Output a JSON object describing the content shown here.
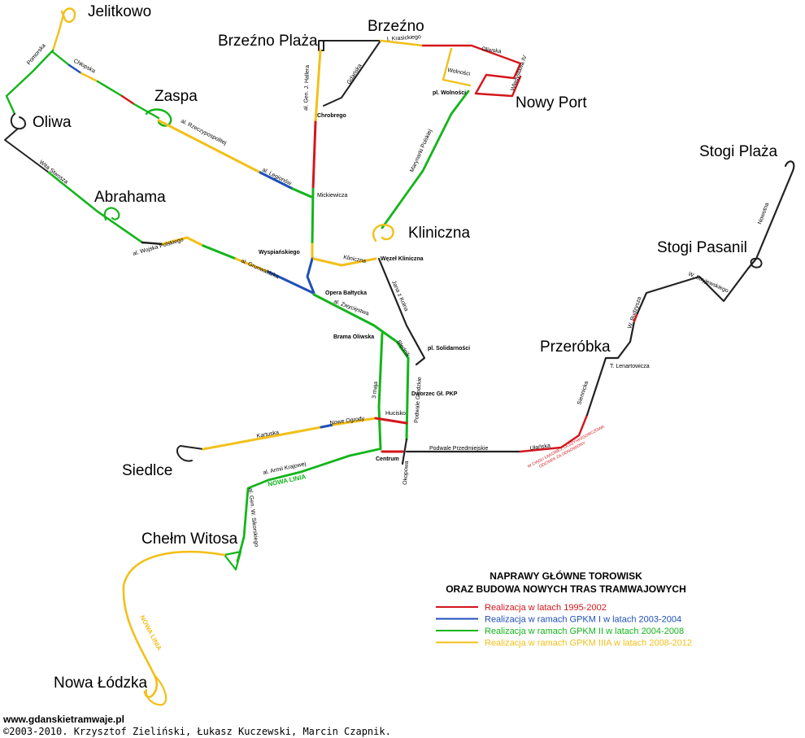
{
  "colors": {
    "red": "#d4161c",
    "blue": "#1f4fb8",
    "green": "#13b51b",
    "yellow": "#f2c01a",
    "black": "#222222"
  },
  "districts": {
    "jelitkowo": "Jelitkowo",
    "brzezno_plaza": "Brzeźno Plaża",
    "brzezno": "Brzeźno",
    "zaspa": "Zaspa",
    "nowy_port": "Nowy Port",
    "oliwa": "Oliwa",
    "stogi_plaza": "Stogi Plaża",
    "abrahama": "Abrahama",
    "kliniczna": "Kliniczna",
    "stogi_pasanil": "Stogi Pasanil",
    "przerobka": "Przeróbka",
    "siedlce": "Siedlce",
    "chelm_witosa": "Chełm Witosa",
    "nowa_lodzka": "Nowa Łódzka"
  },
  "streets": {
    "pomorska": "Pomorska",
    "chlopska": "Chłopska",
    "rzeczypospolitej": "al. Rzeczypospolitej",
    "legionow": "al. Legionów",
    "wita_stwosza": "Wita Stwosza",
    "wojska_polskiego": "al. Wojska Polskiego",
    "grunwaldzka": "al. Grunwaldzka",
    "hallera": "al. Gen. J. Hallera",
    "gdanska": "Gdańska",
    "krasickiego": "I. Krasickiego",
    "oliwska": "Oliwska",
    "wolnosci": "Wolności",
    "wladyslawa": "Władysława IV",
    "marynarki": "Marynarki Polskiej",
    "kliniczna_st": "Kliniczna",
    "jana_z_kolna": "Jana z Kolna",
    "zwyciestwa": "al. Zwycięstwa",
    "blednik": "Błędnik",
    "trzeciego_maja": "3 maja",
    "podwale_grodzkie": "Podwale Grodzkie",
    "kartuska": "Kartuska",
    "nowe_ogrody": "Nowe Ogrody",
    "podwale_przedmiejskie": "Podwale Przedmiejskie",
    "okopowa": "Okopowa",
    "armii_krajowej": "al. Armii Krajowej",
    "sikorskiego": "al. Gen. W. Sikorskiego",
    "ulanska": "Ułańska",
    "siennicka": "Siennicka",
    "lenartowicza": "T. Lenartowicza",
    "budzysza": "W. Budzysza",
    "stryjewskiego": "W. Stryjewskiego",
    "nowotna": "Nowotna"
  },
  "stops": {
    "pl_wolnosci": "pl. Wolności",
    "chrobrego": "Chrobrego",
    "mickiewicza": "Mickiewicza",
    "wyspianskiego": "Wyspiańskiego",
    "wezel_kliniczna": "Węzeł Kliniczna",
    "opera_baltycka": "Opera Bałtycka",
    "brama_oliwska": "Brama Oliwska",
    "pl_solidarnosci": "pl. Solidarności",
    "dworzec": "Dworzec Gł. PKP",
    "hucisko": "Hucisko",
    "centrum": "Centrum"
  },
  "annotations": {
    "nowa_linia_green": "NOWA LINIA",
    "nowa_linia_yellow": "NOWA LINIA",
    "odcinek_1": "ODCINEK ZA ODNOWIONY",
    "odcinek_2": "W CIĄGU ŁĄKOWEJ, OLSZYNKI/GORCZOWA"
  },
  "legend": {
    "title_line1": "NAPRAWY GŁÓWNE TOROWISK",
    "title_line2": "ORAZ BUDOWA NOWYCH TRAS TRAMWAJOWYCH",
    "items": [
      {
        "label": "Realizacja w latach 1995-2002",
        "color": "#d4161c"
      },
      {
        "label": "Realizacja w ramach GPKM I w latach 2003-2004",
        "color": "#1f4fb8"
      },
      {
        "label": "Realizacja w ramach GPKM II w latach 2004-2008",
        "color": "#13b51b"
      },
      {
        "label": "Realizacja w ramach GPKM IIIA w latach 2008-2012",
        "color": "#f2c01a"
      }
    ]
  },
  "credits": {
    "website": "www.gdanskietramwaje.pl",
    "authors": "©2003-2010. Krzysztof Zieliński, Łukasz Kuczewski, Marcin Czapnik."
  }
}
